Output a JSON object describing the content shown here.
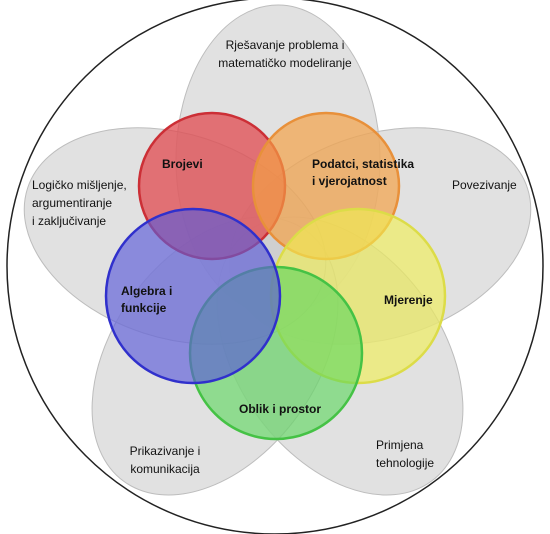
{
  "outer_labels": {
    "top": "Rješavanje problema i\nmatematičko modeliranje",
    "right": "Povezivanje",
    "bottom_right": "Primjena\ntehnologije",
    "bottom_left": "Prikazivanje i\nkomunikacija",
    "left": "Logičko mišljenje,\nargumentiranje\ni zaključivanje"
  },
  "domains": {
    "numbers": "Brojevi",
    "data": "Podatci, statistika\ni vjerojatnost",
    "measurement": "Mjerenje",
    "geometry": "Oblik i prostor",
    "algebra": "Algebra i\nfunkcije"
  },
  "colors": {
    "petal_fill": "#cfcfcf",
    "outer_ring": "#222222",
    "numbers": "#e0444a",
    "data": "#f5a044",
    "measurement": "#f0ef50",
    "geometry": "#5cd65c",
    "algebra": "#5a5ad8"
  }
}
